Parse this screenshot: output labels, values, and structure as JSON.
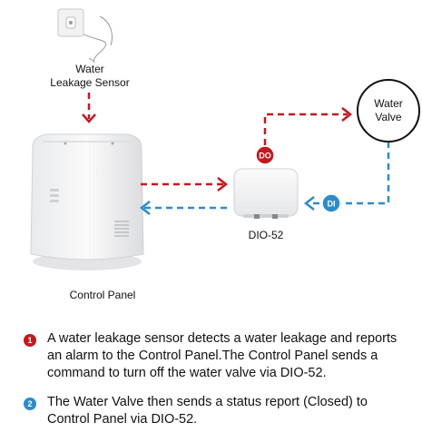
{
  "labels": {
    "sensor": "Water\nLeakage Sensor",
    "valve": "Water\nValve",
    "dio": "DIO-52",
    "panel": "Control Panel",
    "do_badge": "DO",
    "di_badge": "DI"
  },
  "colors": {
    "red": "#c8171e",
    "blue": "#2b8ccd",
    "black": "#111111"
  },
  "steps": [
    {
      "num": "1",
      "text": "A water leakage sensor detects a water leakage and reports an alarm to the Control Panel.The Control Panel sends a command to turn off the water valve via DIO-52."
    },
    {
      "num": "2",
      "text": "The Water Valve then sends a status report (Closed) to Control Panel via DIO-52."
    }
  ]
}
